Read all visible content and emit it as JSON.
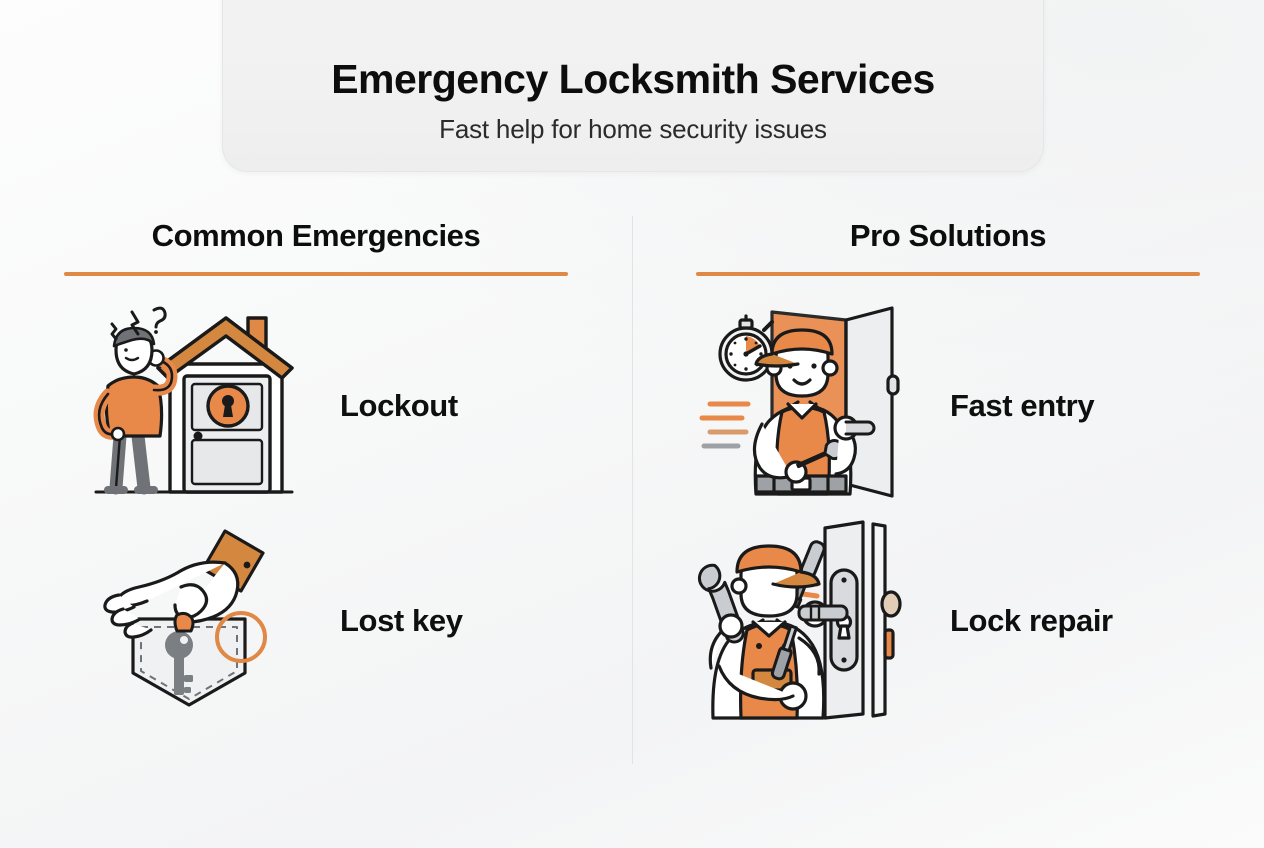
{
  "header": {
    "title": "Emergency Locksmith Services",
    "subtitle": "Fast help for home security issues"
  },
  "theme": {
    "accent_orange": "#e08845",
    "accent_orange_fill": "#e8894a",
    "ink": "#0d0d0d",
    "grey_line": "#2b2b2b",
    "divider": "#e2e3e4",
    "card_bg": "#f1f1f1",
    "page_bg": "#f6f7f7"
  },
  "columns": [
    {
      "id": "common-emergencies",
      "title": "Common Emergencies",
      "items": [
        {
          "id": "lockout",
          "label": "Lockout",
          "icon": "locked-out-house-illustration"
        },
        {
          "id": "lost-key",
          "label": "Lost key",
          "icon": "hand-in-empty-pocket-illustration"
        }
      ]
    },
    {
      "id": "pro-solutions",
      "title": "Pro Solutions",
      "items": [
        {
          "id": "fast-entry",
          "label": "Fast entry",
          "icon": "locksmith-opening-door-stopwatch-illustration"
        },
        {
          "id": "lock-repair",
          "label": "Lock repair",
          "icon": "locksmith-repairing-lock-illustration"
        }
      ]
    }
  ]
}
